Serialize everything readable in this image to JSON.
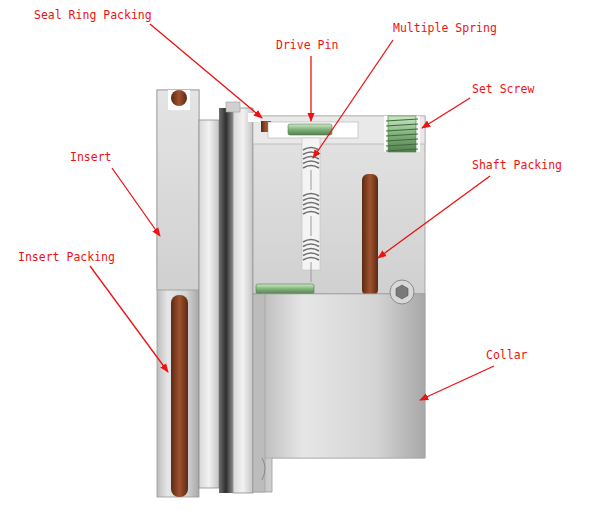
{
  "diagram": {
    "labels": [
      "Seal Ring Packing",
      "Multiple Spring",
      "Drive Pin",
      "Set Screw",
      "Insert",
      "Shaft Packing",
      "Insert Packing",
      "Collar"
    ]
  }
}
